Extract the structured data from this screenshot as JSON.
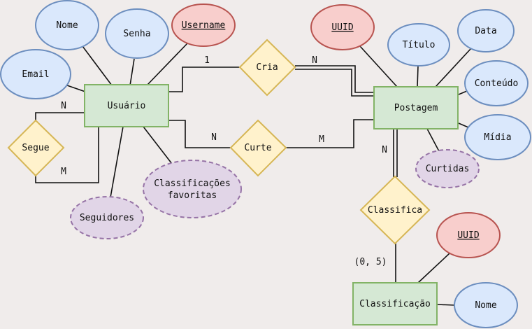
{
  "entities": {
    "usuario": "Usuário",
    "postagem": "Postagem",
    "classificacao": "Classificação"
  },
  "relationships": {
    "cria": "Cria",
    "curte": "Curte",
    "segue": "Segue",
    "classifica": "Classifica"
  },
  "attributes": {
    "nome_usuario": "Nome",
    "senha": "Senha",
    "username": "Username",
    "email": "Email",
    "seguidores": "Seguidores",
    "classificacoes_line1": "Classificações",
    "classificacoes_line2": "favoritas",
    "uuid_postagem": "UUID",
    "titulo": "Título",
    "data": "Data",
    "conteudo": "Conteúdo",
    "midia": "Mídia",
    "curtidas": "Curtidas",
    "uuid_classificacao": "UUID",
    "nome_classificacao": "Nome"
  },
  "cardinalities": {
    "cria_usuario": "1",
    "cria_postagem": "N",
    "curte_usuario": "N",
    "curte_postagem": "M",
    "segue_top": "N",
    "segue_bottom": "M",
    "classifica_postagem": "N",
    "classifica_classificacao": "(0, 5)"
  }
}
